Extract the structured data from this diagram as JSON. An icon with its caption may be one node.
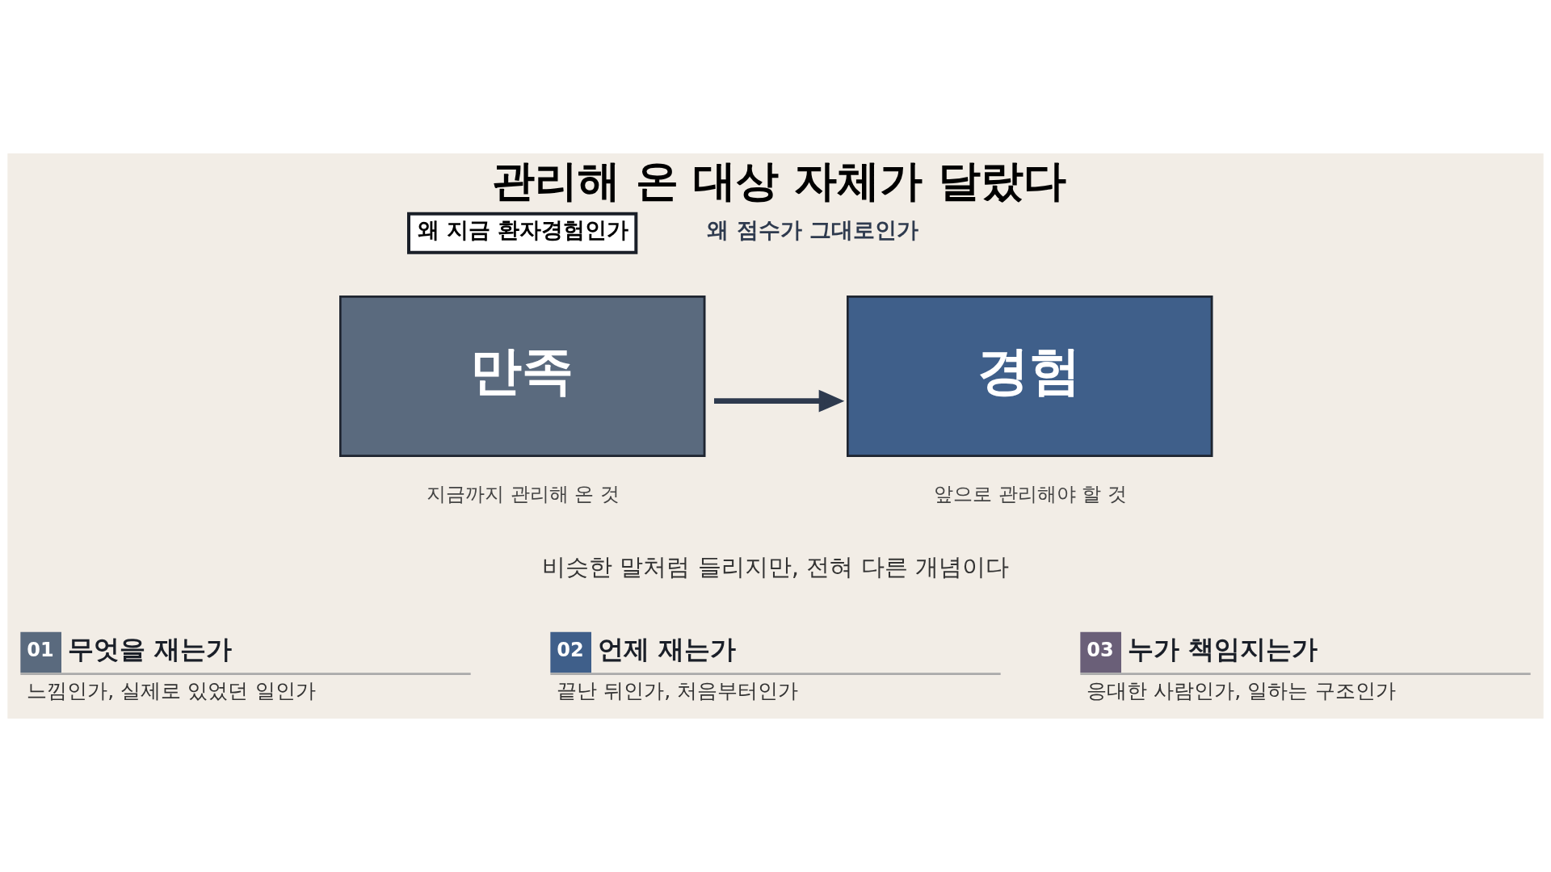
{
  "diagram": {
    "title": "관리해 온 대상 자체가 달랐다",
    "nodes": [
      {
        "text": [
          "만족"
        ],
        "beside": [
          "지금까지 관리해 온 것"
        ]
      },
      {
        "text": [
          "경험"
        ],
        "beside": [
          "앞으로 관리해야 할 것"
        ]
      }
    ],
    "edges": [
      {
        "from": 0,
        "to": 1,
        "arrow": "to"
      }
    ],
    "labels": [
      "왜 지금 환자경험인가",
      "왜 점수가 그대로인가",
      "비슷한 말처럼 들리지만, 전혀 다른 개념이다",
      "01",
      "무엇을 재는가",
      "느낌인가, 실제로 있었던 일인가",
      "02",
      "언제 재는가",
      "끝난 뒤인가, 처음부터인가",
      "03",
      "누가 책임지는가",
      "응대한 사람인가, 일하는 구조인가"
    ]
  }
}
